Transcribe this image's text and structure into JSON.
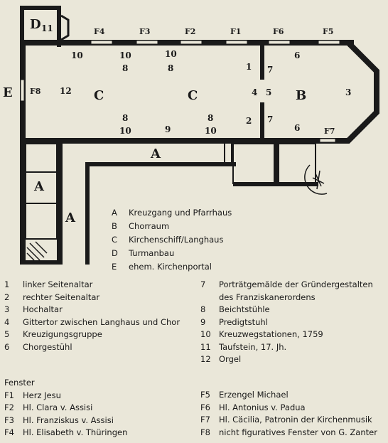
{
  "plan_labels": {
    "A": "A",
    "B": "B",
    "C": "C",
    "D": "D",
    "E": "E"
  },
  "zones": [
    {
      "key": "A",
      "text": "Kreuzgang und Pfarrhaus"
    },
    {
      "key": "B",
      "text": "Chorraum"
    },
    {
      "key": "C",
      "text": "Kirchenschiff/Langhaus"
    },
    {
      "key": "D",
      "text": "Turmanbau"
    },
    {
      "key": "E",
      "text": "ehem. Kirchenportal"
    }
  ],
  "items_left": [
    {
      "key": "1",
      "text": "linker Seitenaltar"
    },
    {
      "key": "2",
      "text": "rechter Seitenaltar"
    },
    {
      "key": "3",
      "text": "Hochaltar"
    },
    {
      "key": "4",
      "text": "Gittertor zwischen Langhaus und Chor"
    },
    {
      "key": "5",
      "text": "Kreuzigungsgruppe"
    },
    {
      "key": "6",
      "text": "Chorgestühl"
    }
  ],
  "items_right": [
    {
      "key": "7",
      "text": "Porträtgemälde der Gründergestalten des Franziskanerordens"
    },
    {
      "key": "8",
      "text": "Beichtstühle"
    },
    {
      "key": "9",
      "text": "Predigtstuhl"
    },
    {
      "key": "10",
      "text": "Kreuzwegstationen, 1759"
    },
    {
      "key": "11",
      "text": "Taufstein, 17. Jh."
    },
    {
      "key": "12",
      "text": "Orgel"
    }
  ],
  "fenster_title": "Fenster",
  "fenster_left": [
    {
      "key": "F1",
      "text": "Herz Jesu"
    },
    {
      "key": "F2",
      "text": "Hl. Clara v. Assisi"
    },
    {
      "key": "F3",
      "text": "Hl. Franziskus v. Assisi"
    },
    {
      "key": "F4",
      "text": "Hl. Elisabeth v. Thüringen"
    }
  ],
  "fenster_right": [
    {
      "key": "F5",
      "text": "Erzengel Michael"
    },
    {
      "key": "F6",
      "text": "Hl. Antonius v. Padua"
    },
    {
      "key": "F7",
      "text": "Hl. Cäcilia, Patronin der Kirchenmusik"
    },
    {
      "key": "F8",
      "text": "nicht figuratives Fenster von G. Zanter"
    }
  ],
  "colors": {
    "background": "#eae7d9",
    "wall": "#1a1a1a"
  }
}
